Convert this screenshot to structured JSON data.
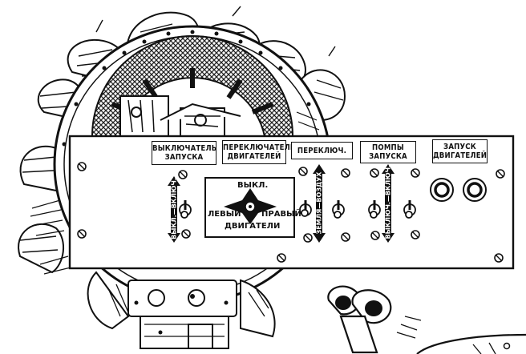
{
  "labels": {
    "starter_switch": {
      "line1": "ВЫКЛЮЧАТЕЛЬ",
      "line2": "ЗАПУСКА"
    },
    "engine_selector": {
      "line1": "ПЕРЕКЛЮЧАТЕЛЬ",
      "line2": "ДВИГАТЕЛЕЙ"
    },
    "source_switch": {
      "line1": "ПЕРЕКЛЮЧ."
    },
    "start_pumps": {
      "line1": "ПОМПЫ",
      "line2": "ЗАПУСКА"
    },
    "engine_start": {
      "line1": "ЗАПУСК",
      "line2": "ДВИГАТЕЛЕЙ"
    }
  },
  "selector_plate": {
    "off": "ВЫКЛ.",
    "left": "ЛЕВЫЙ",
    "right": "ПРАВЫЙ",
    "engines": "ДВИГАТЕЛИ"
  },
  "arrows": {
    "starter": "ВЫКЛ.—ВКЛЮЧ.",
    "source": "ЗЕМЛЯ—ВОЗДУХ",
    "pumps": "ВЫКЛЮЧ.—ВКЛЮЧ."
  }
}
